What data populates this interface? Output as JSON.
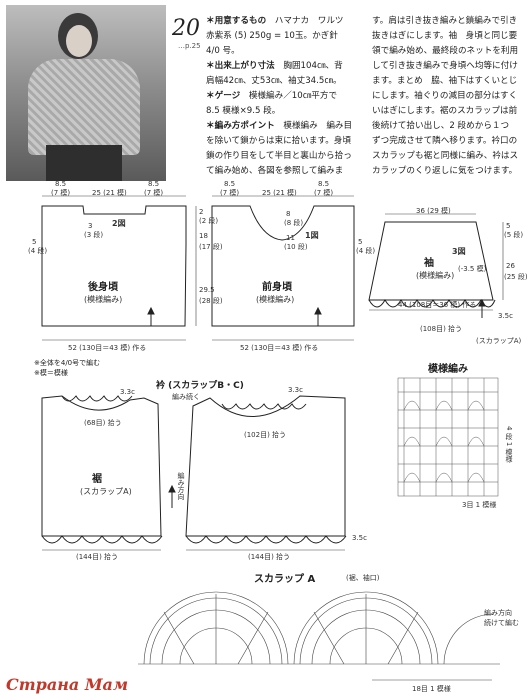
{
  "photo_label": "knitted-sweater-model-photo",
  "pattern_no": "20",
  "page_ref": "…p.25",
  "instructions": {
    "col1": [
      {
        "head": "＊用意するもの",
        "text": "　ハマナカ　ワルツ"
      },
      {
        "head": "",
        "text": "赤紫系 (5) 250g = 10玉。かぎ針"
      },
      {
        "head": "",
        "text": "4/0 号。"
      },
      {
        "head": "＊出来上がり寸法",
        "text": "　胸囲104㎝、背"
      },
      {
        "head": "",
        "text": "肩幅42㎝、丈53㎝、袖丈34.5㎝。"
      },
      {
        "head": "＊ゲージ",
        "text": "　模様編み／10㎝平方で"
      },
      {
        "head": "",
        "text": "8.5 模様×9.5 段。"
      },
      {
        "head": "＊編み方ポイント",
        "text": "　模様編み　編み目"
      },
      {
        "head": "",
        "text": "を除いて鎖からは束に拾います。身頃"
      },
      {
        "head": "",
        "text": "鎖の作り目をして半目と裏山から拾っ"
      },
      {
        "head": "",
        "text": "て編み始め、各図を参照して編みま"
      }
    ],
    "col2": [
      "す。肩は引き抜き編みと鎖編みで引き",
      "抜きはぎにします。袖　身頃と同じ要",
      "領で編み始め、最終段のネットを利用",
      "して引き抜き編みで身頃へ均等に付け",
      "ます。まとめ　脇、袖下はすくいとじ",
      "にします。袖ぐりの減目の部分はすく",
      "いはぎにします。裾のスカラップは前",
      "後続けて拾い出し、2 段めから１つ",
      "ずつ完成させて隣へ移ります。衿口の",
      "スカラップも裾と同様に編み、衿はス",
      "カラップのくり返しに気をつけます。"
    ]
  },
  "back": {
    "title": "後身頃",
    "subtitle": "(模様編み)",
    "fig": "2図",
    "top_left": "8.5",
    "top_left_rows": "(7 模)",
    "top_mid": "25 (21 模)",
    "top_right": "8.5",
    "top_right_rows": "(7 模)",
    "neck": "3",
    "neck_rows": "(3 段)",
    "side_left": "5",
    "side_left_rows": "(4 段)",
    "bottom": "52 (130目＝43 模) 作る"
  },
  "front": {
    "title": "前身頃",
    "subtitle": "(模様編み)",
    "fig": "1図",
    "top_left": "8.5",
    "top_left_rows": "(7 模)",
    "top_mid": "25 (21 模)",
    "top_right": "8.5",
    "top_right_rows": "(7 模)",
    "neck_depth": "8",
    "neck_rows": "(8 段)",
    "neck_inner": "11",
    "neck_inner_rows": "(10 段)",
    "side_right": "5",
    "side_right_rows": "(4 段)",
    "bottom": "52 (130目＝43 模) 作る"
  },
  "center_dims": {
    "a": "2",
    "a_rows": "(2 段)",
    "b": "18",
    "b_rows": "(17 段)",
    "c": "29.5",
    "c_rows": "(28 段)"
  },
  "sleeve": {
    "title": "袖",
    "subtitle": "(模様編み)",
    "fig": "3図",
    "top": "36 (29 模)",
    "top_right": "5",
    "top_right_rows": "(5 段)",
    "right_len": "26",
    "right_rows": "(25 段)",
    "dec": "(-3.5 模)",
    "bottom": "44 (108目＝36 模) 作る",
    "scallop_pick": "(108目) 拾う",
    "scallop_len": "3.5c",
    "scallop_name": "(スカラップA)"
  },
  "notes": [
    "※全体を4/0号で編む",
    "※模＝模様"
  ],
  "collar": {
    "title": "衿 (スカラップB・C)",
    "left_height": "3.3c",
    "right_height": "3.3c",
    "continue": "編み続く",
    "left_pick": "(68目) 拾う",
    "right_pick": "(102目) 拾う"
  },
  "hem": {
    "title": "裾",
    "subtitle": "(スカラップA)",
    "left_pick": "(144目) 拾う",
    "right_pick": "(144目) 拾う",
    "direction": "編み方向",
    "height": "3.5c"
  },
  "pattern_chart": {
    "title": "模様編み",
    "rows": "4 段 1 模様",
    "stitches": "3目 1 模様"
  },
  "scallop_chart": {
    "title": "スカラップ A",
    "subtitle": "(裾、袖口)",
    "legend1": "編み方向",
    "legend2": "続けて編む",
    "repeat": "18目 1 模様"
  },
  "watermark": "Страна Мам"
}
